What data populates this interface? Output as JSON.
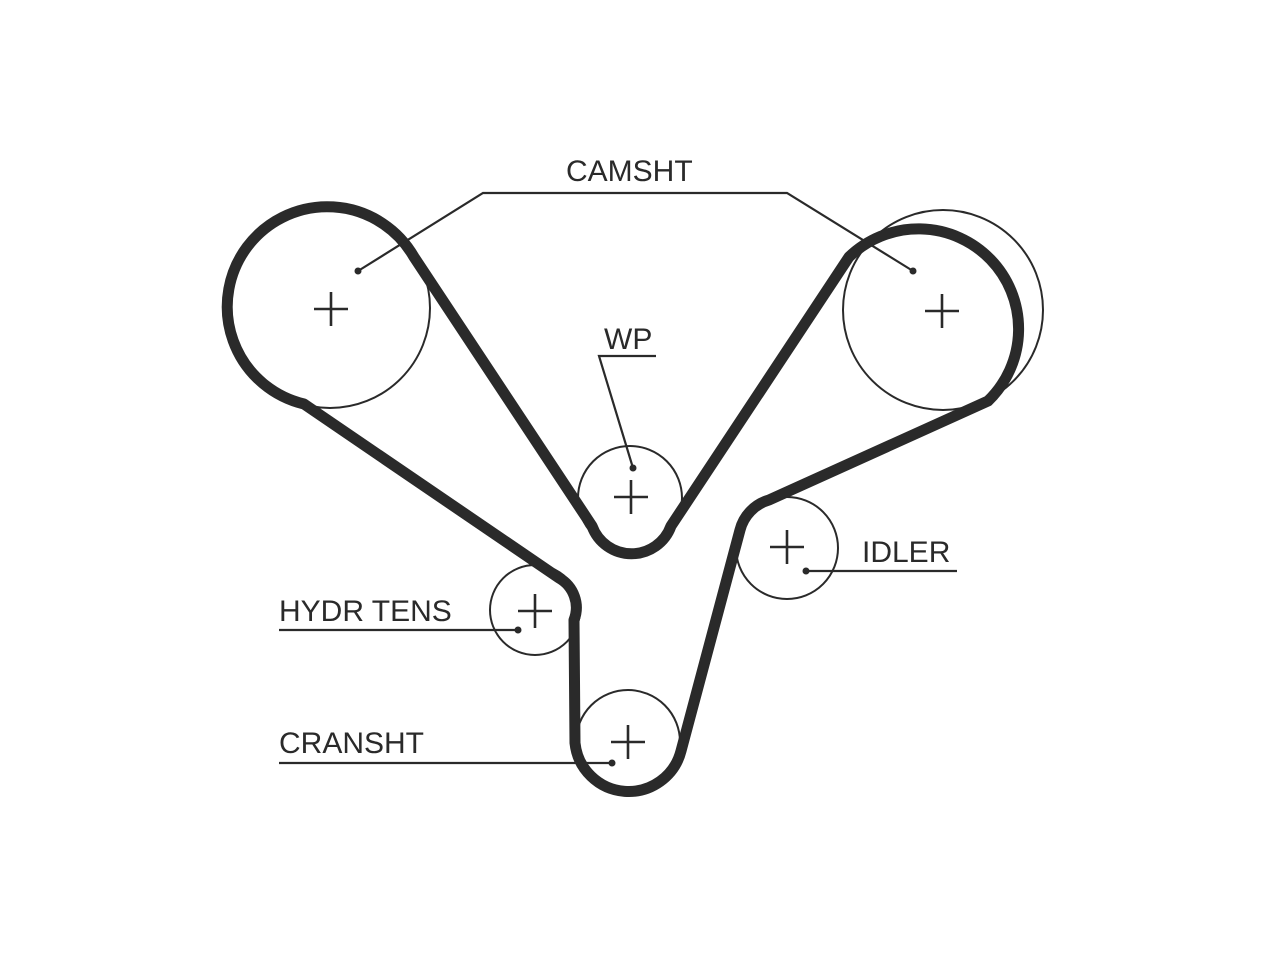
{
  "labels": {
    "camshaft": "CAMSHT",
    "water_pump": "WP",
    "idler": "IDLER",
    "hydraulic_tensioner": "HYDR TENS",
    "crankshaft": "CRANSHT"
  },
  "colors": {
    "ink": "#2a2a2a",
    "background": "#ffffff"
  }
}
